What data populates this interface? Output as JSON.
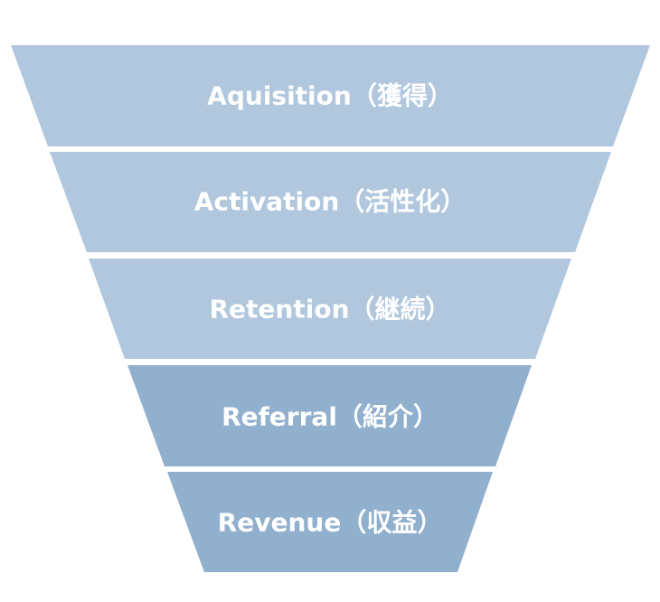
{
  "funnel": {
    "stages": [
      {
        "label": "Aquisition（獲得）",
        "color": "#b0c7de"
      },
      {
        "label": "Activation（活性化）",
        "color": "#b0c7de"
      },
      {
        "label": "Retention（継続）",
        "color": "#b0c7de"
      },
      {
        "label": "Referral（紹介）",
        "color": "#91b0ce"
      },
      {
        "label": "Revenue（収益）",
        "color": "#91b0ce"
      }
    ]
  }
}
